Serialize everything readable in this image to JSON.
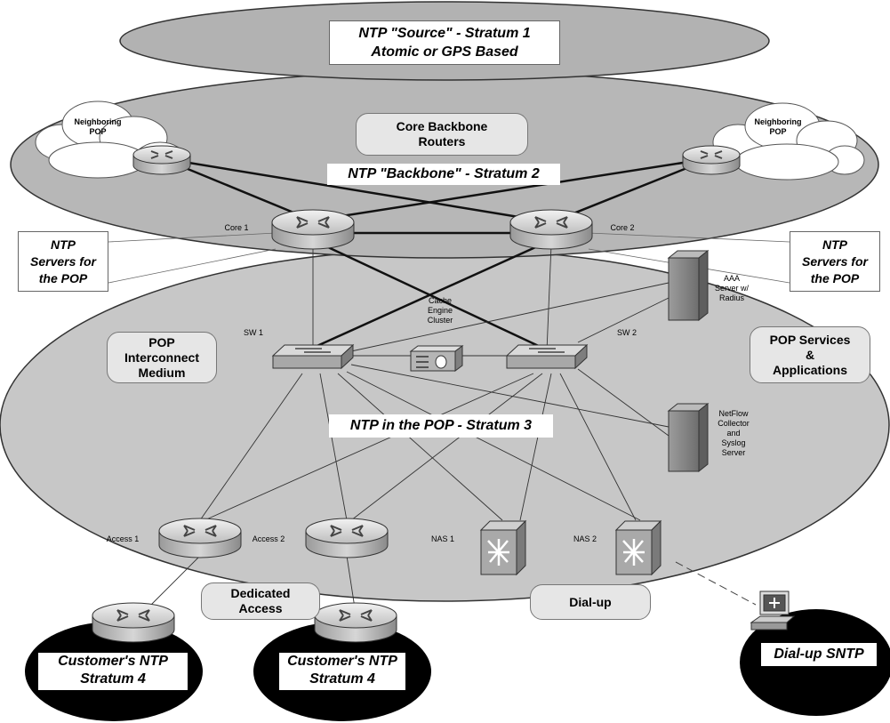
{
  "top_ellipse": {
    "line1": "NTP \"Source\" - Stratum 1",
    "line2": "Atomic or GPS Based"
  },
  "backbone": {
    "core_label_line1": "Core Backbone",
    "core_label_line2": "Routers",
    "stratum_label": "NTP \"Backbone\" - Stratum 2",
    "neighbor_left_line1": "Neighboring",
    "neighbor_left_line2": "POP",
    "neighbor_right_line1": "Neighboring",
    "neighbor_right_line2": "POP",
    "core1": "Core 1",
    "core2": "Core 2"
  },
  "side_notes": {
    "left": {
      "line1": "NTP",
      "line2": "Servers for",
      "line3": "the POP"
    },
    "right": {
      "line1": "NTP",
      "line2": "Servers for",
      "line3": "the POP"
    }
  },
  "pop": {
    "interconnect_line1": "POP",
    "interconnect_line2": "Interconnect",
    "interconnect_line3": "Medium",
    "services_line1": "POP Services",
    "services_line2": "&",
    "services_line3": "Applications",
    "stratum_label": "NTP in the POP - Stratum 3",
    "sw1": "SW 1",
    "sw2": "SW 2",
    "cache_line1": "Cache",
    "cache_line2": "Engine",
    "cache_line3": "Cluster",
    "aaa_line1": "AAA",
    "aaa_line2": "Server w/",
    "aaa_line3": "Radius",
    "netflow_line1": "NetFlow",
    "netflow_line2": "Collector",
    "netflow_line3": "and",
    "netflow_line4": "Syslog",
    "netflow_line5": "Server",
    "access1": "Access 1",
    "access2": "Access 2",
    "nas1": "NAS 1",
    "nas2": "NAS 2",
    "dedicated_line1": "Dedicated",
    "dedicated_line2": "Access",
    "dialup": "Dial-up"
  },
  "customers": {
    "left_line1": "Customer's NTP",
    "left_line2": "Stratum 4",
    "mid_line1": "Customer's NTP",
    "mid_line2": "Stratum 4",
    "right": "Dial-up SNTP"
  }
}
